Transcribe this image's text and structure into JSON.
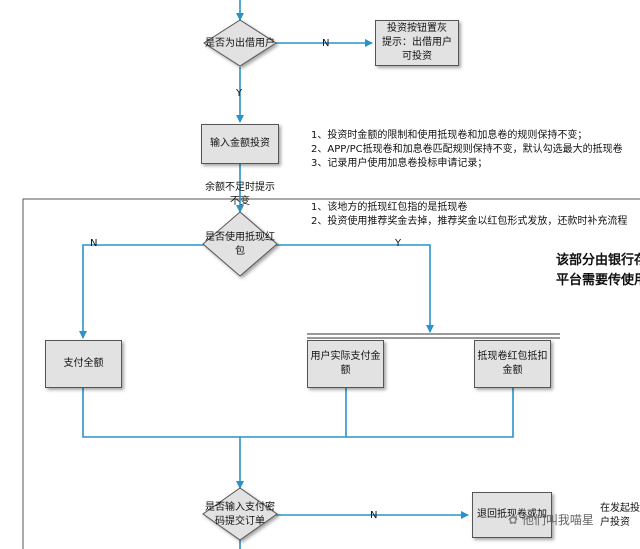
{
  "nodes": {
    "decision_borrower": "是否为出借用户",
    "grey_button_box": [
      "投资按钮置灰",
      "提示：出借用户",
      "可投资"
    ],
    "input_amount": "输入金额投资",
    "decision_coupon": [
      "是否使用抵现红",
      "包"
    ],
    "pay_full": "支付全额",
    "user_pay": [
      "用户实际支付金",
      "额"
    ],
    "coupon_deduct": [
      "抵现卷红包抵扣",
      "金额"
    ],
    "decision_password": [
      "是否输入支付密",
      "码提交订单"
    ],
    "return_coupon": [
      "退回抵现卷或加",
      ""
    ]
  },
  "edge_labels": {
    "n1": "N",
    "y1": "Y",
    "n2": "N",
    "y2": "Y",
    "n3": "N",
    "insufficient": [
      "余额不足时提示",
      "不变"
    ]
  },
  "notes": {
    "amount_rules": [
      "1、投资时金额的限制和使用抵现卷和加息卷的规则保持不变；",
      "2、APP/PC抵现卷和加息卷匹配规则保持不变，默认勾选最大的抵现卷",
      "3、记录用户使用加息卷投标申请记录；"
    ],
    "coupon_rules": [
      "1、该地方的抵现红包指的是抵现卷",
      "2、投资使用推荐奖金去掉，推荐奖金以红包形式发放，还款时补充流程"
    ],
    "bank_note": [
      "该部分由银行存",
      "平台需要传使用"
    ],
    "cut_note": [
      "在发起投",
      "户投资"
    ]
  },
  "watermark": "他们叫我喵星",
  "colors": {
    "arrow": "#2a93c9",
    "node_fill": "#e2e2e2",
    "border": "#555555"
  }
}
